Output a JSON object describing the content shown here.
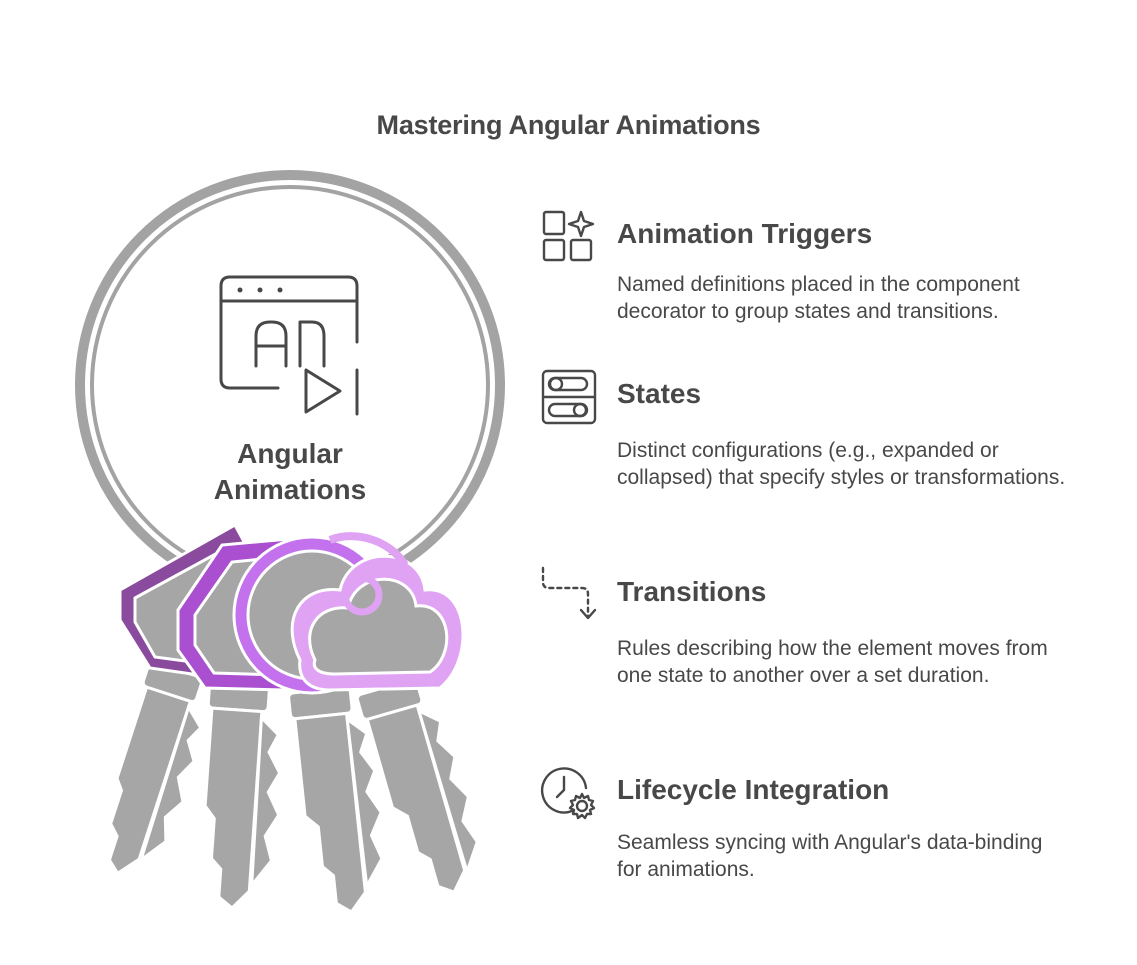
{
  "title": "Mastering Angular Animations",
  "center": {
    "line1": "Angular",
    "line2": "Animations",
    "icon": "animation-window-icon",
    "illustration": "keyring-with-four-keys"
  },
  "colors": {
    "text": "#484848",
    "ring": "#a3a3a3",
    "key_gray": "#a6a6a6",
    "key1_purple": "#8a4a9e",
    "key2_purple": "#a94fcf",
    "key3_purple": "#c371ec",
    "key4_lilac": "#e0a3f4"
  },
  "items": [
    {
      "icon": "widgets-sparkle-icon",
      "title": "Animation Triggers",
      "description": "Named definitions placed in the component decorator to group states and transitions."
    },
    {
      "icon": "toggle-switches-icon",
      "title": "States",
      "description": "Distinct configurations (e.g., expanded or collapsed) that specify styles or transformations."
    },
    {
      "icon": "dashed-route-arrow-icon",
      "title": "Transitions",
      "description": "Rules describing how the element moves from one state to another over a set duration."
    },
    {
      "icon": "clock-gear-icon",
      "title": "Lifecycle Integration",
      "description": "Seamless syncing with Angular's data-binding for animations."
    }
  ]
}
